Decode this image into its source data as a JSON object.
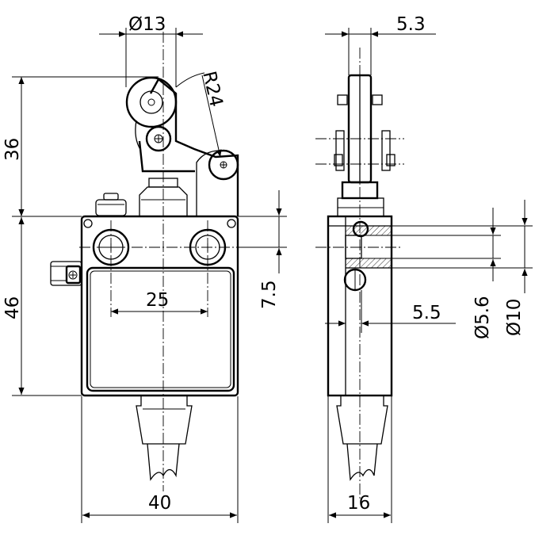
{
  "drawing": {
    "front_view": {
      "roller_diameter": "Ø13",
      "radius": "R24",
      "lever_height": "36",
      "body_height": "46",
      "hole_spacing": "25",
      "width": "40",
      "offset": "7.5"
    },
    "side_view": {
      "roller_width": "5.3",
      "hole_offset": "5.5",
      "counterbore_small": "Ø5.6",
      "counterbore_large": "Ø10",
      "depth": "16"
    }
  }
}
